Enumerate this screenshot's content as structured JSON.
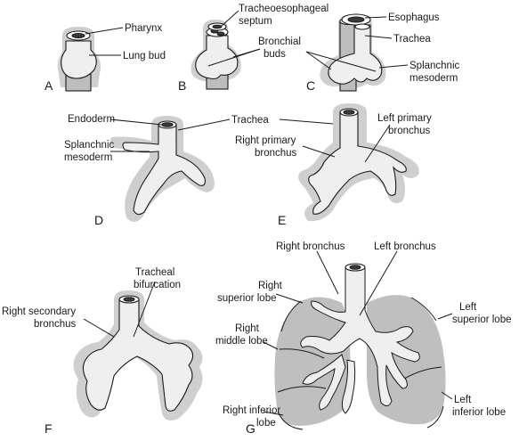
{
  "panels": {
    "A": {
      "letter": "A",
      "labels": {
        "pharynx": "Pharynx",
        "lung_bud": "Lung bud"
      }
    },
    "B": {
      "letter": "B",
      "labels": {
        "septum_line1": "Tracheoesophageal",
        "septum_line2": "septum",
        "buds_line1": "Bronchial",
        "buds_line2": "buds"
      }
    },
    "C": {
      "letter": "C",
      "labels": {
        "esophagus": "Esophagus",
        "trachea": "Trachea",
        "meso_line1": "Splanchnic",
        "meso_line2": "mesoderm"
      }
    },
    "D": {
      "letter": "D",
      "labels": {
        "endoderm": "Endoderm",
        "meso_line1": "Splanchnic",
        "meso_line2": "mesoderm"
      }
    },
    "DE": {
      "labels": {
        "trachea": "Trachea"
      }
    },
    "E": {
      "letter": "E",
      "labels": {
        "left_line1": "Left primary",
        "left_line2": "bronchus",
        "right_line1": "Right primary",
        "right_line2": "bronchus"
      }
    },
    "F": {
      "letter": "F",
      "labels": {
        "bif_line1": "Tracheal",
        "bif_line2": "bifurcation",
        "sec_line1": "Right secondary",
        "sec_line2": "bronchus"
      }
    },
    "G": {
      "letter": "G",
      "labels": {
        "right_bronchus": "Right bronchus",
        "left_bronchus": "Left bronchus",
        "rsl_line1": "Right",
        "rsl_line2": "superior lobe",
        "rml_line1": "Right",
        "rml_line2": "middle lobe",
        "ril_line1": "Right inferior",
        "ril_line2": "lobe",
        "lsl_line1": "Left",
        "lsl_line2": "superior lobe",
        "lil_line1": "Left",
        "lil_line2": "inferior lobe"
      }
    }
  }
}
